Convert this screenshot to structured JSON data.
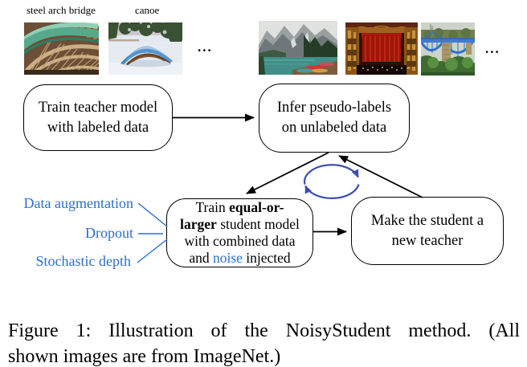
{
  "colors": {
    "accent_blue": "#2b6fce",
    "cycle_blue": "#3c4db5",
    "arrow_black": "#000000"
  },
  "labeled_images": {
    "label1": "steel arch bridge",
    "label2": "canoe",
    "icon1": "steel-arch-bridge-photo",
    "icon2": "canoe-in-snow-photo",
    "ellipsis": "..."
  },
  "unlabeled_images": {
    "icon1": "mountain-lake-photo",
    "icon2": "theater-stage-photo",
    "icon3": "blue-arch-bridge-photo",
    "ellipsis": "..."
  },
  "boxes": {
    "teacher": {
      "line1": "Train teacher model",
      "line2": "with labeled data"
    },
    "infer": {
      "line1": "Infer pseudo-labels",
      "line2": "on unlabeled data"
    },
    "student": {
      "l1a": "Train ",
      "l1b": "equal-or-",
      "l2a": "larger",
      "l2b": " student model",
      "l3": "with combined data",
      "l4a": "and ",
      "l4b": "noise",
      "l4c": " injected"
    },
    "new_teacher": {
      "line1": "Make the student a",
      "line2": "new teacher"
    }
  },
  "noise": {
    "labels": [
      "Data augmentation",
      "Dropout",
      "Stochastic depth"
    ]
  },
  "caption": {
    "line1": "Figure 1: Illustration of the NoisyStudent method. (All",
    "line2": "shown images are from ImageNet.)"
  }
}
